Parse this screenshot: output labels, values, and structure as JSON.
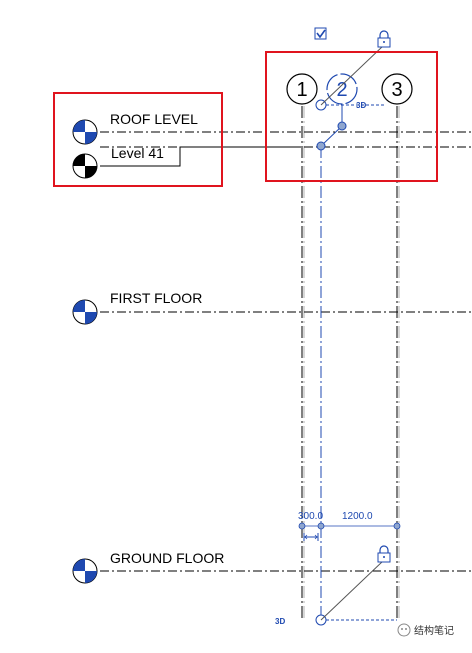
{
  "levels": {
    "roof": "ROOF LEVEL",
    "level41": "Level 41",
    "first": "FIRST FLOOR",
    "ground": "GROUND FLOOR"
  },
  "grids": {
    "g1": "1",
    "g2": "2",
    "g3": "3"
  },
  "tags": {
    "three_d_top": "3D",
    "three_d_bottom": "3D"
  },
  "dimensions": {
    "d1": "300.0",
    "d2": "1200.0"
  },
  "watermark": "结构笔记",
  "colors": {
    "highlight_red": "#e0141e",
    "selection_blue": "#1f49b0",
    "level_symbol_blue": "#1f49b0"
  }
}
